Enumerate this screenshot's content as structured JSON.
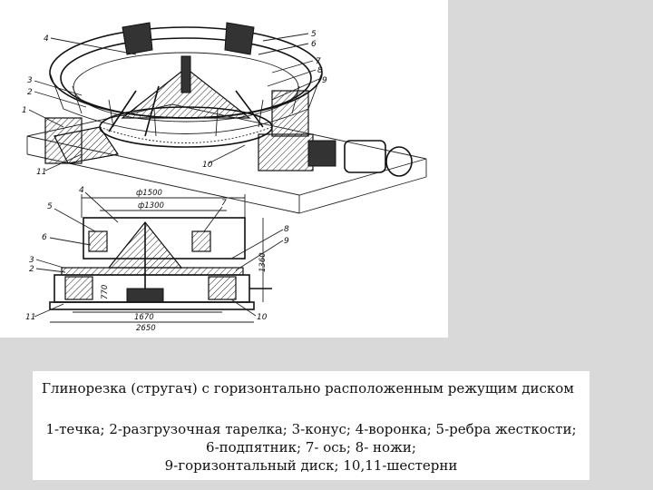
{
  "caption": {
    "title": "Глинорезка (стругач) с горизонтально расположенным режущим диском",
    "legend_lines": [
      "1-течка; 2-разгрузочная тарелка; 3-конус; 4-воронка; 5-ребра жесткости;",
      "6-подпятник; 7- ось; 8- ножи;",
      "9-горизонтальный диск; 10,11-шестерни"
    ]
  },
  "top_view": {
    "callouts": [
      "1",
      "2",
      "3",
      "4",
      "5",
      "6",
      "7",
      "8",
      "9",
      "10",
      "11"
    ]
  },
  "section_view": {
    "callouts": [
      "2",
      "3",
      "4",
      "5",
      "6",
      "7",
      "8",
      "9",
      "10",
      "11"
    ],
    "dimensions": [
      "ф1500",
      "ф1300",
      "1670",
      "2650",
      "1360",
      "770"
    ]
  }
}
